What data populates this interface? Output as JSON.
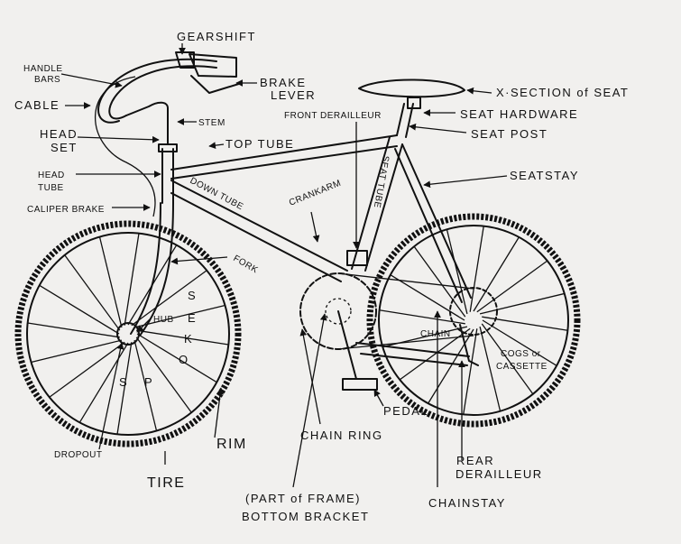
{
  "labels": {
    "gearshift": "GEARSHIFT",
    "handle_bars_1": "HANDLE",
    "handle_bars_2": "BARS",
    "cable": "CABLE",
    "brake_lever_1": "BRAKE",
    "brake_lever_2": "LEVER",
    "stem": "STEM",
    "head_set_1": "HEAD",
    "head_set_2": "SET",
    "top_tube": "TOP TUBE",
    "head_tube_1": "HEAD",
    "head_tube_2": "TUBE",
    "caliper_brake": "CALIPER BRAKE",
    "down_tube": "DOWN TUBE",
    "fork": "FORK",
    "spokes": [
      "S",
      "P",
      "O",
      "K",
      "E",
      "S"
    ],
    "hub": "HUB",
    "dropout": "DROPOUT",
    "tire": "TIRE",
    "rim": "RIM",
    "seat_section": "X·SECTION of SEAT",
    "seat_hardware": "SEAT HARDWARE",
    "seat_post": "SEAT POST",
    "front_derailleur": "FRONT DERAILLEUR",
    "seat_tube": "SEAT TUBE",
    "crankarm": "CRANKARM",
    "seatstay": "SEATSTAY",
    "chain": "CHAIN",
    "cogs_1": "COGS or",
    "cogs_2": "CASSETTE",
    "pedal": "PEDAL",
    "chain_ring": "CHAIN RING",
    "rear_derailleur_1": "REAR",
    "rear_derailleur_2": "DERAILLEUR",
    "chainstay": "CHAINSTAY",
    "bottom_bracket_1": "(PART of FRAME)",
    "bottom_bracket_2": "BOTTOM BRACKET"
  }
}
